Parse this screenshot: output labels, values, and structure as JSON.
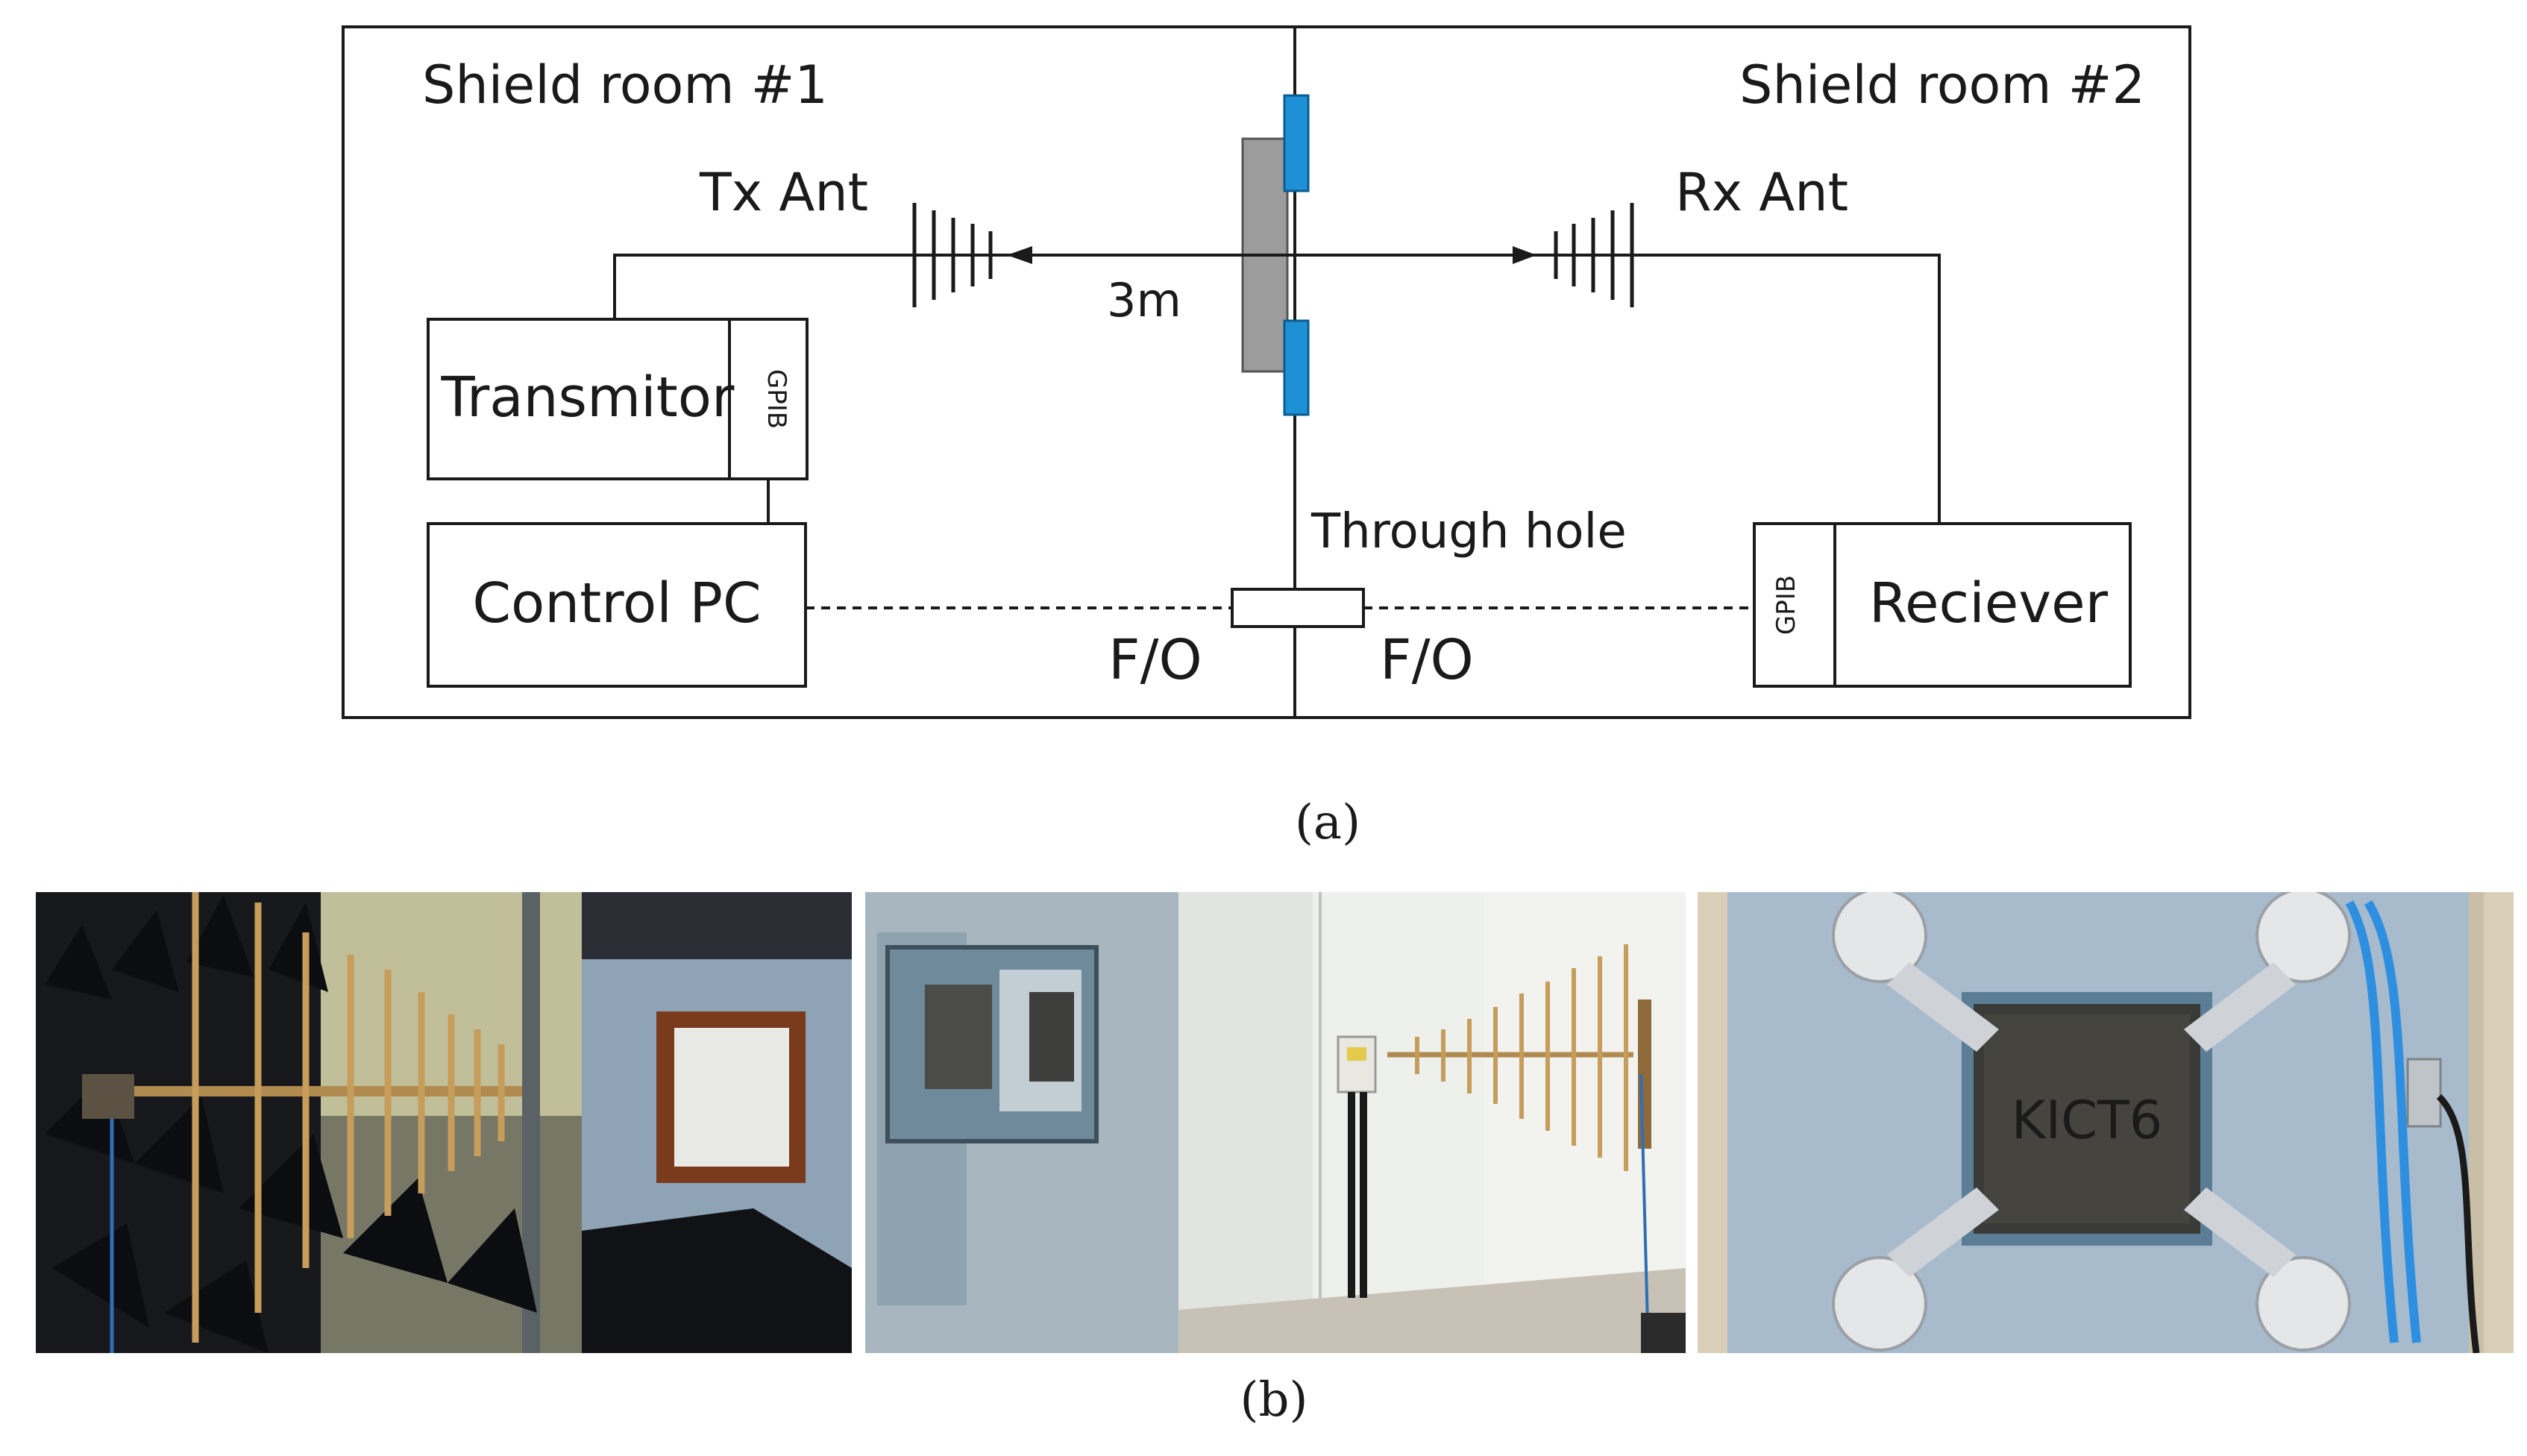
{
  "diagram": {
    "room1_label": "Shield room #1",
    "room2_label": "Shield room #2",
    "tx_ant_label": "Tx Ant",
    "rx_ant_label": "Rx Ant",
    "distance_label": "3m",
    "transmitter_label": "Transmitor",
    "gpib_tx_label": "GPIB",
    "control_pc_label": "Control PC",
    "through_hole_label": "Through hole",
    "fo_left_label": "F/O",
    "fo_right_label": "F/O",
    "gpib_rx_label": "GPIB",
    "receiver_label": "Reciever",
    "colors": {
      "line": "#1a1a1a",
      "wall": "#9c9c9c",
      "clamp": "#1e90d6"
    }
  },
  "caption_a": "(a)",
  "caption_b": "(b)",
  "photos": [
    {
      "name": "photo-anechoic-chamber-antenna",
      "handwritten_text": ""
    },
    {
      "name": "photo-shield-room-antenna"
    },
    {
      "name": "photo-sample-holder-frame",
      "handwritten_text": "KICT6"
    }
  ]
}
